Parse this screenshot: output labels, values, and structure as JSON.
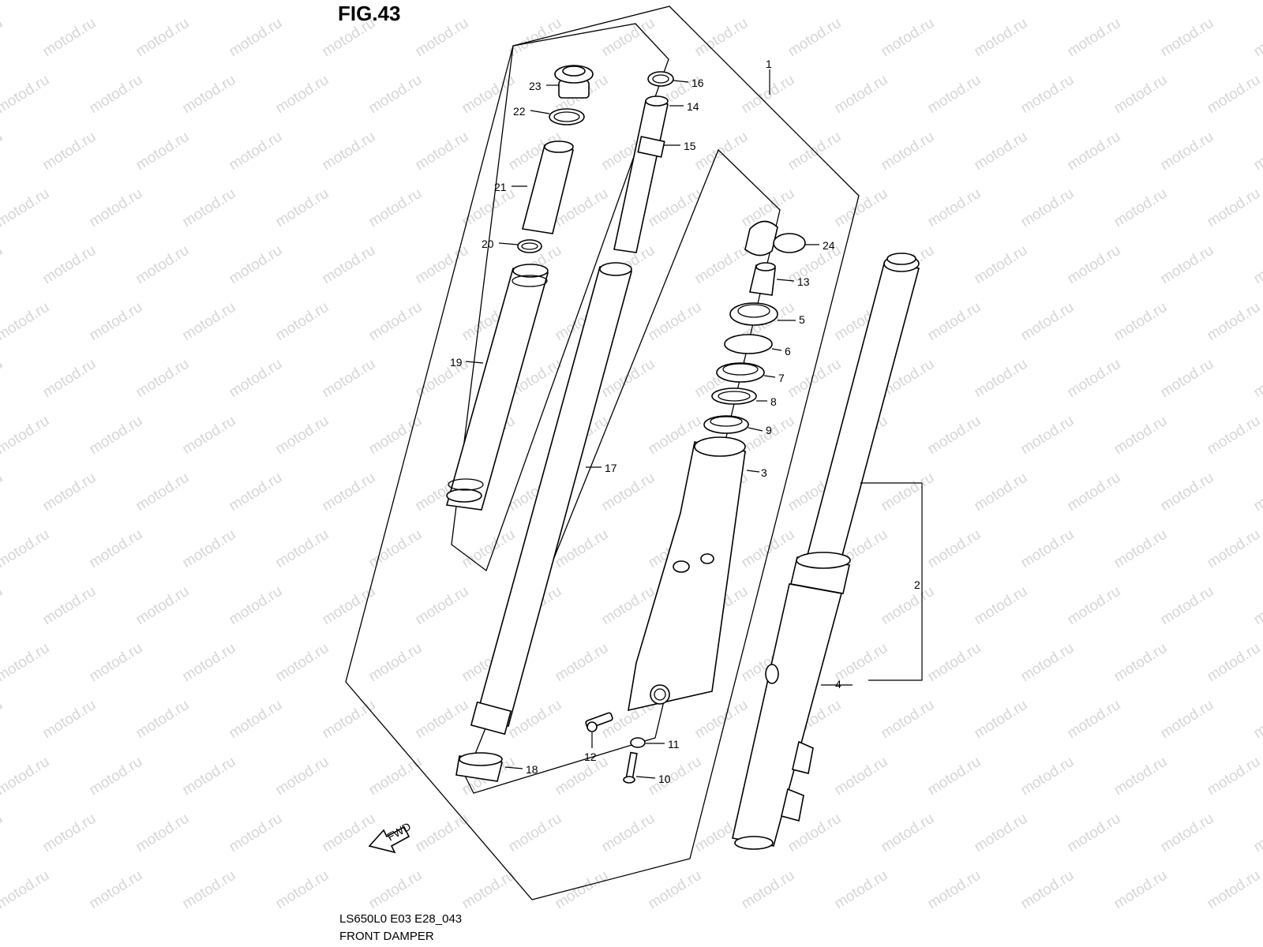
{
  "figure_title": "FIG.43",
  "watermark": "motod.ru",
  "model_code": "LS650L0 E03 E28_043",
  "caption": "FRONT DAMPER",
  "fwd_label": "FWD",
  "callouts": [
    "1",
    "2",
    "3",
    "4",
    "5",
    "6",
    "7",
    "8",
    "9",
    "10",
    "11",
    "12",
    "13",
    "14",
    "15",
    "16",
    "17",
    "18",
    "19",
    "20",
    "21",
    "22",
    "23",
    "24"
  ]
}
